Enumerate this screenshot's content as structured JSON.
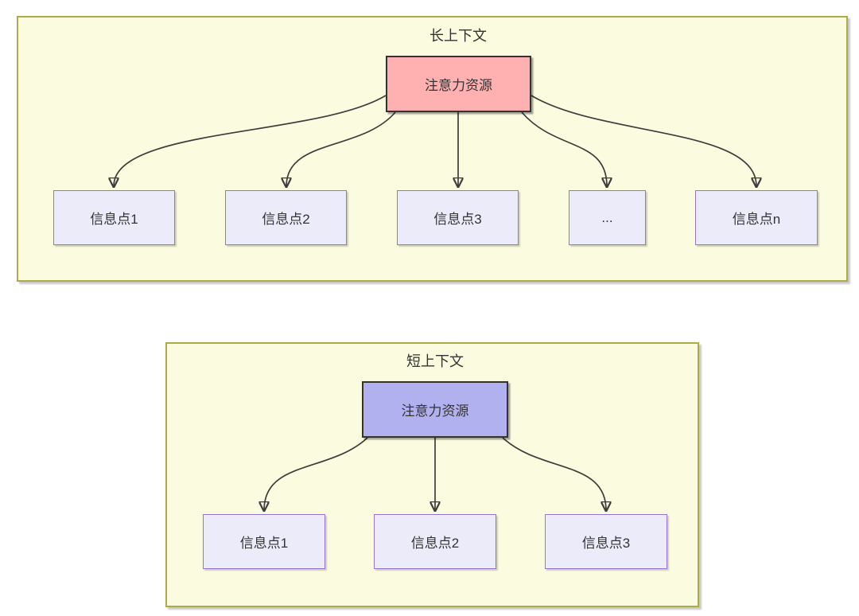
{
  "colors": {
    "container_fill": "#fbfbdf",
    "container_border": "#abab49",
    "attention_long_fill": "#ffb1b1",
    "attention_short_fill": "#b1b1f0",
    "attention_border": "#333333",
    "info_fill": "#ebebfa",
    "info_border": "#9673d6",
    "arrow": "#3d3d3d",
    "text": "#333333"
  },
  "long_context": {
    "title": "长上下文",
    "attention": "注意力资源",
    "nodes": [
      "信息点1",
      "信息点2",
      "信息点3",
      "...",
      "信息点n"
    ]
  },
  "short_context": {
    "title": "短上下文",
    "attention": "注意力资源",
    "nodes": [
      "信息点1",
      "信息点2",
      "信息点3"
    ]
  }
}
